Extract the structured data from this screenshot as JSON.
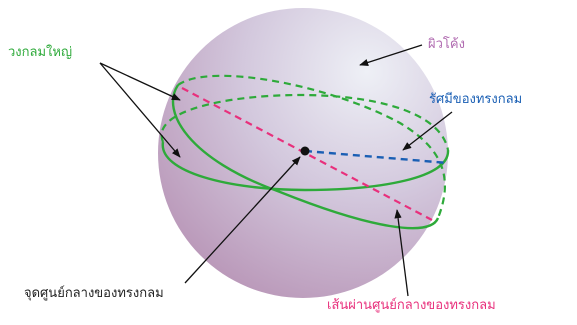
{
  "labels": {
    "great_circle": "วงกลมใหญ่",
    "surface": "ผิวโค้ง",
    "radius": "รัศมีของทรงกลม",
    "center": "จุดศูนย์กลางของทรงกลม",
    "diameter": "เส้นผ่านศูนย์กลางของทรงกลม"
  },
  "colors": {
    "great_circle": "#2eaa3a",
    "surface": "#b06ab0",
    "radius": "#1a5fb4",
    "center": "#222222",
    "diameter": "#e8307c",
    "sphere_light": "#eef0f6",
    "sphere_dark": "#b996b7"
  }
}
